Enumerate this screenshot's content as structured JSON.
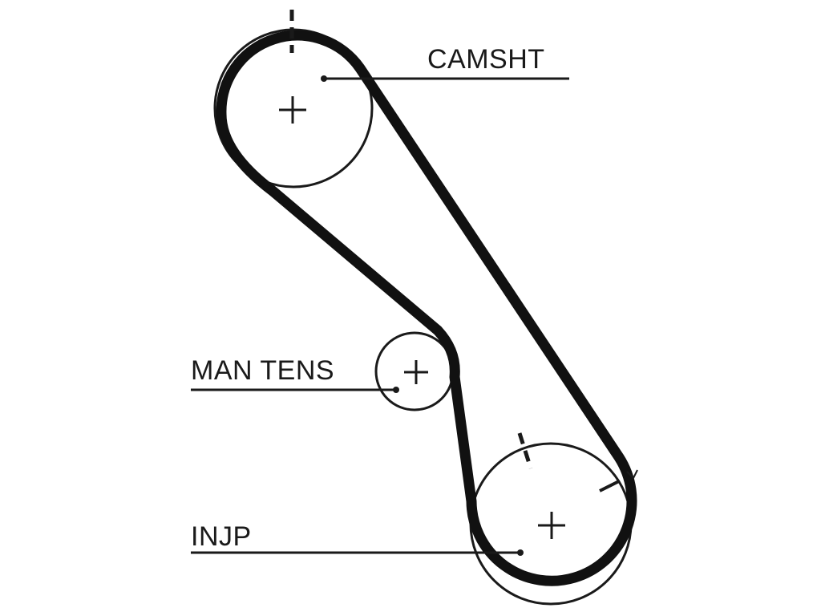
{
  "diagram": {
    "labels": {
      "camshaft": "CAMSHT",
      "tensioner": "MAN TENS",
      "injection_pump": "INJP"
    },
    "colors": {
      "belt": "#111111",
      "line": "#1a1a1a",
      "background": "#ffffff"
    }
  }
}
